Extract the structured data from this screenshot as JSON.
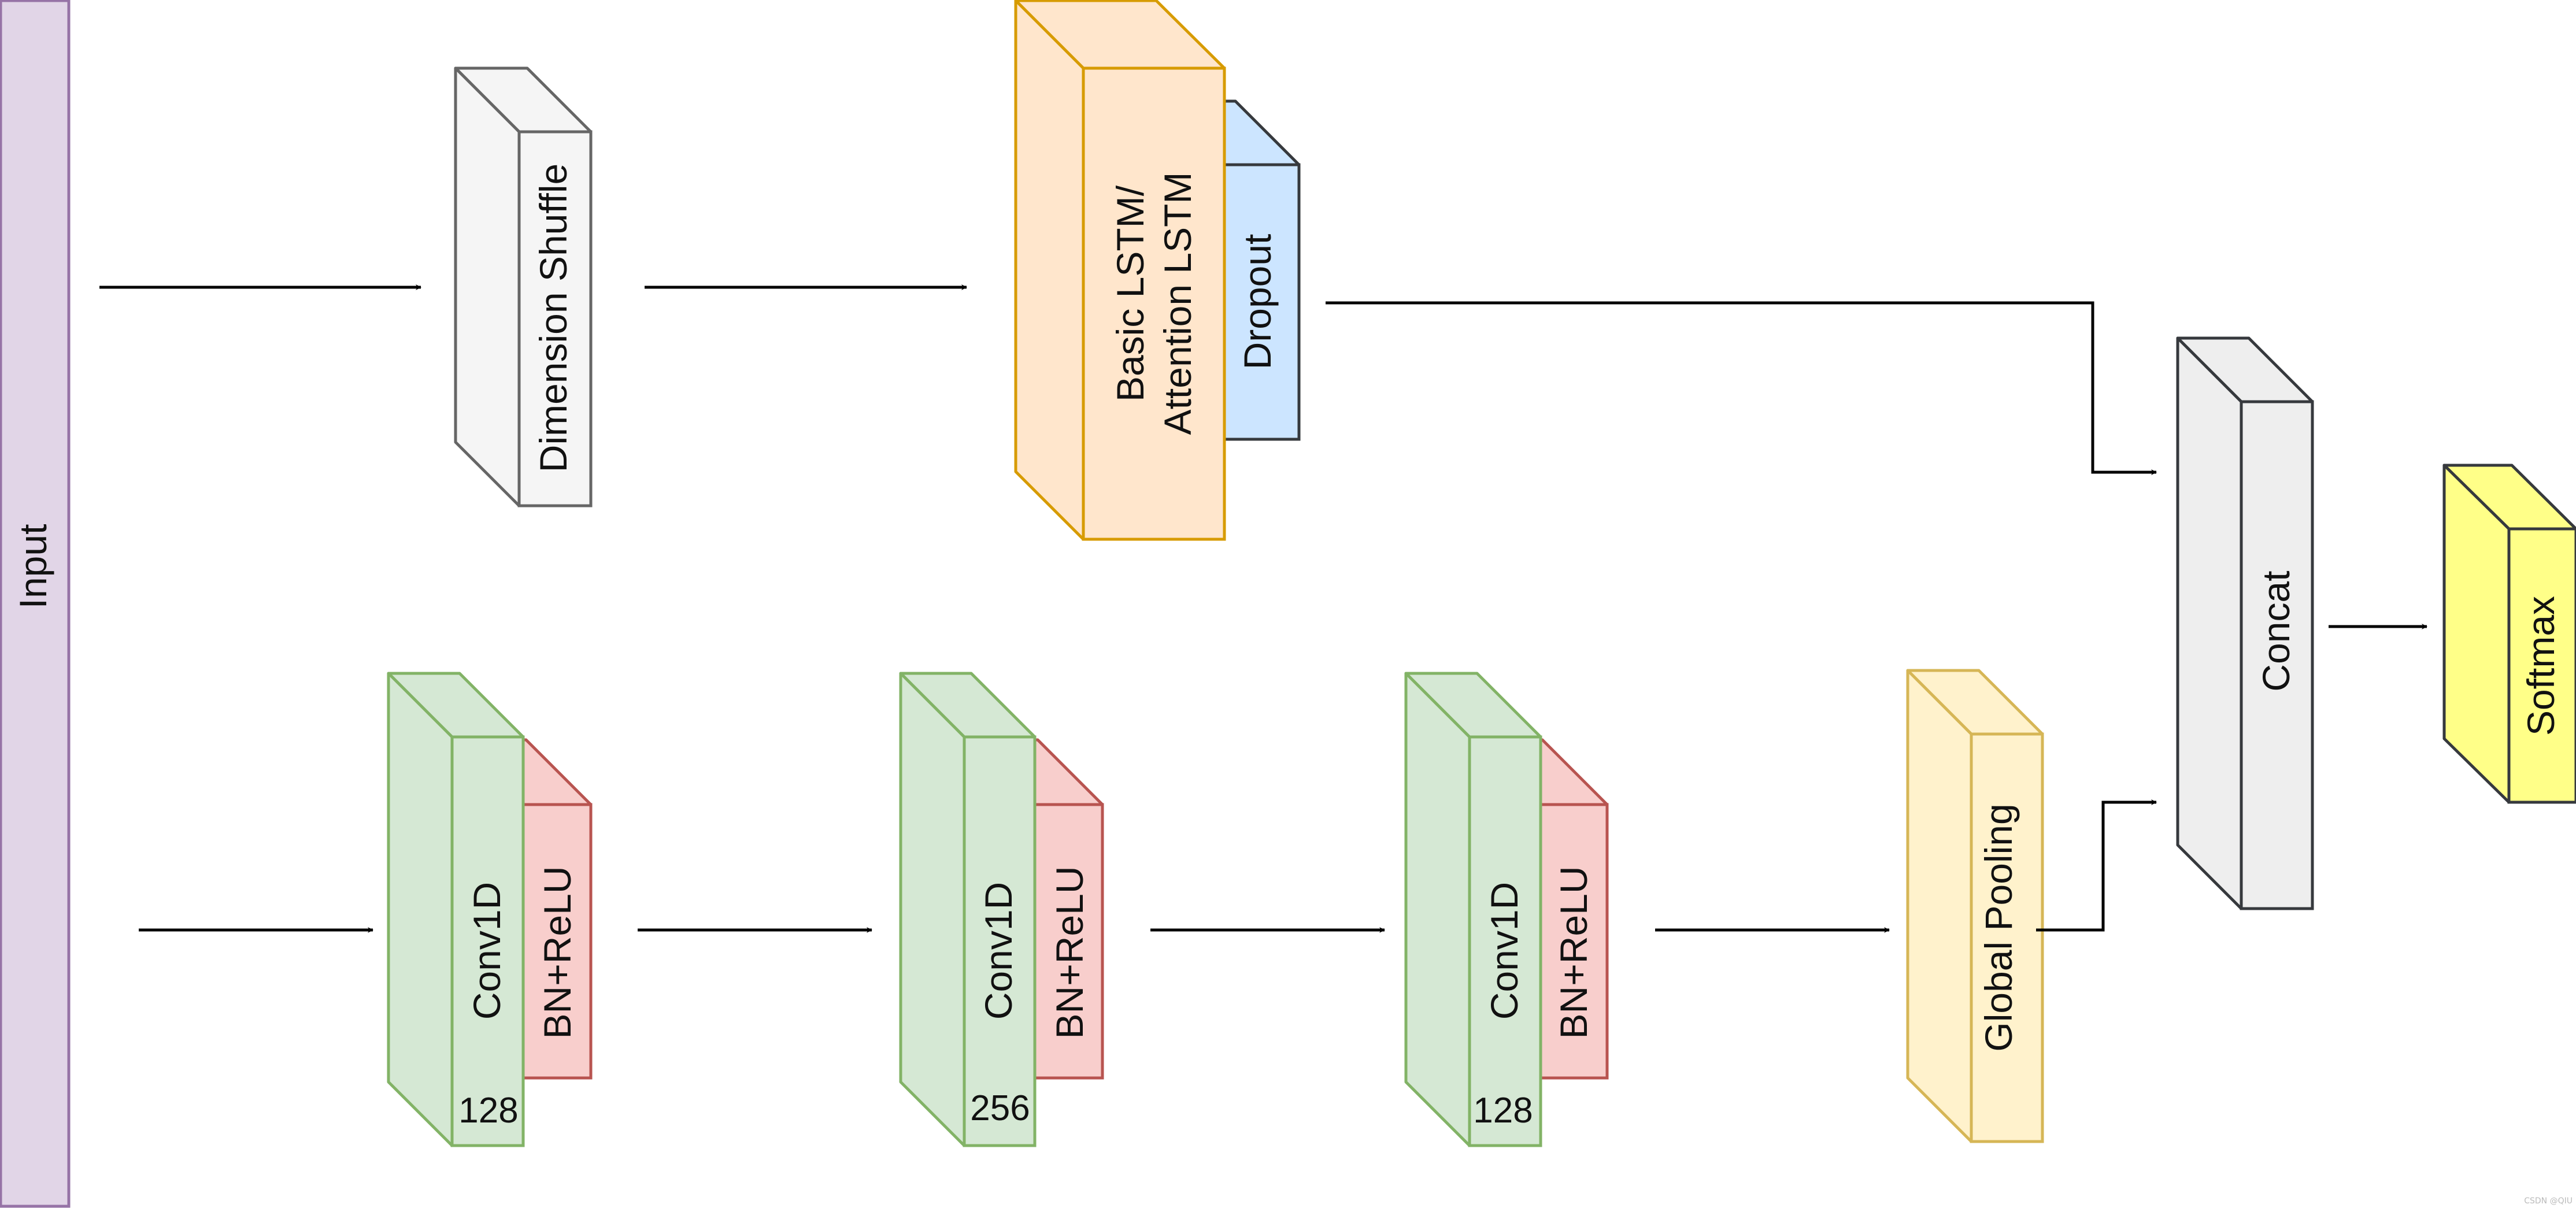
{
  "input": {
    "label": "Input",
    "fill": "#e1d5e7",
    "stroke": "#9673a6"
  },
  "top_branch": {
    "dimension_shuffle": {
      "label": "Dimension Shuffle",
      "fill": "#f5f5f5",
      "stroke": "#666666"
    },
    "lstm": {
      "label_line1": "Basic LSTM/",
      "label_line2": "Attention LSTM",
      "fill": "#ffe6cc",
      "stroke": "#d79b00"
    },
    "dropout": {
      "label": "Dropout",
      "fill": "#cce5ff",
      "stroke": "#36393d"
    }
  },
  "bottom_branch": {
    "blocks": [
      {
        "conv_label": "Conv1D",
        "bn_label": "BN+ReLU",
        "filters": "128"
      },
      {
        "conv_label": "Conv1D",
        "bn_label": "BN+ReLU",
        "filters": "256"
      },
      {
        "conv_label": "Conv1D",
        "bn_label": "BN+ReLU",
        "filters": "128"
      }
    ],
    "conv_fill": "#d5e8d4",
    "conv_stroke": "#82b366",
    "bn_fill": "#f8cecc",
    "bn_stroke": "#b85450",
    "global_pooling": {
      "label": "Global Pooling",
      "fill": "#fff2cc",
      "stroke": "#d6b656"
    }
  },
  "concat": {
    "label": "Concat",
    "fill": "#eeeeee",
    "stroke": "#36393d"
  },
  "softmax": {
    "label": "Softmax",
    "fill": "#ffff88",
    "stroke": "#36393d"
  },
  "watermark": "CSDN @QIU"
}
